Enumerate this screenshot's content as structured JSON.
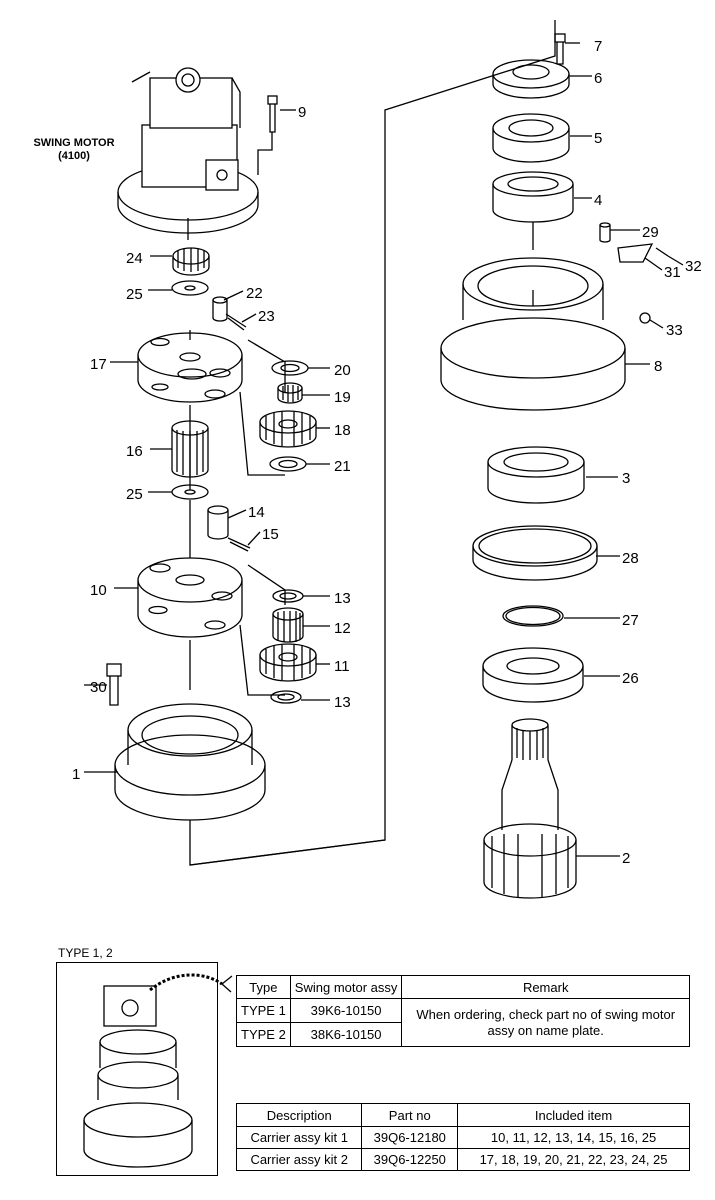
{
  "motor_label": {
    "line1": "SWING MOTOR",
    "line2": "(4100)"
  },
  "callouts": [
    "1",
    "2",
    "3",
    "4",
    "5",
    "6",
    "7",
    "8",
    "9",
    "10",
    "11",
    "12",
    "13",
    "13",
    "14",
    "15",
    "16",
    "17",
    "18",
    "19",
    "20",
    "21",
    "22",
    "23",
    "24",
    "25",
    "25",
    "26",
    "27",
    "28",
    "29",
    "30",
    "31",
    "32",
    "33"
  ],
  "type_label": "TYPE 1, 2",
  "type_table": {
    "headers": [
      "Type",
      "Swing motor assy",
      "Remark"
    ],
    "rows": [
      {
        "type": "TYPE 1",
        "assy": "39K6-10150"
      },
      {
        "type": "TYPE 2",
        "assy": "38K6-10150"
      }
    ],
    "remark": "When ordering, check part no of swing motor assy on name plate."
  },
  "kit_table": {
    "headers": [
      "Description",
      "Part no",
      "Included item"
    ],
    "rows": [
      {
        "desc": "Carrier assy kit 1",
        "part": "39Q6-12180",
        "items": "10, 11, 12, 13, 14, 15, 16, 25"
      },
      {
        "desc": "Carrier assy kit 2",
        "part": "39Q6-12250",
        "items": "17, 18, 19, 20, 21, 22, 23, 24, 25"
      }
    ]
  }
}
